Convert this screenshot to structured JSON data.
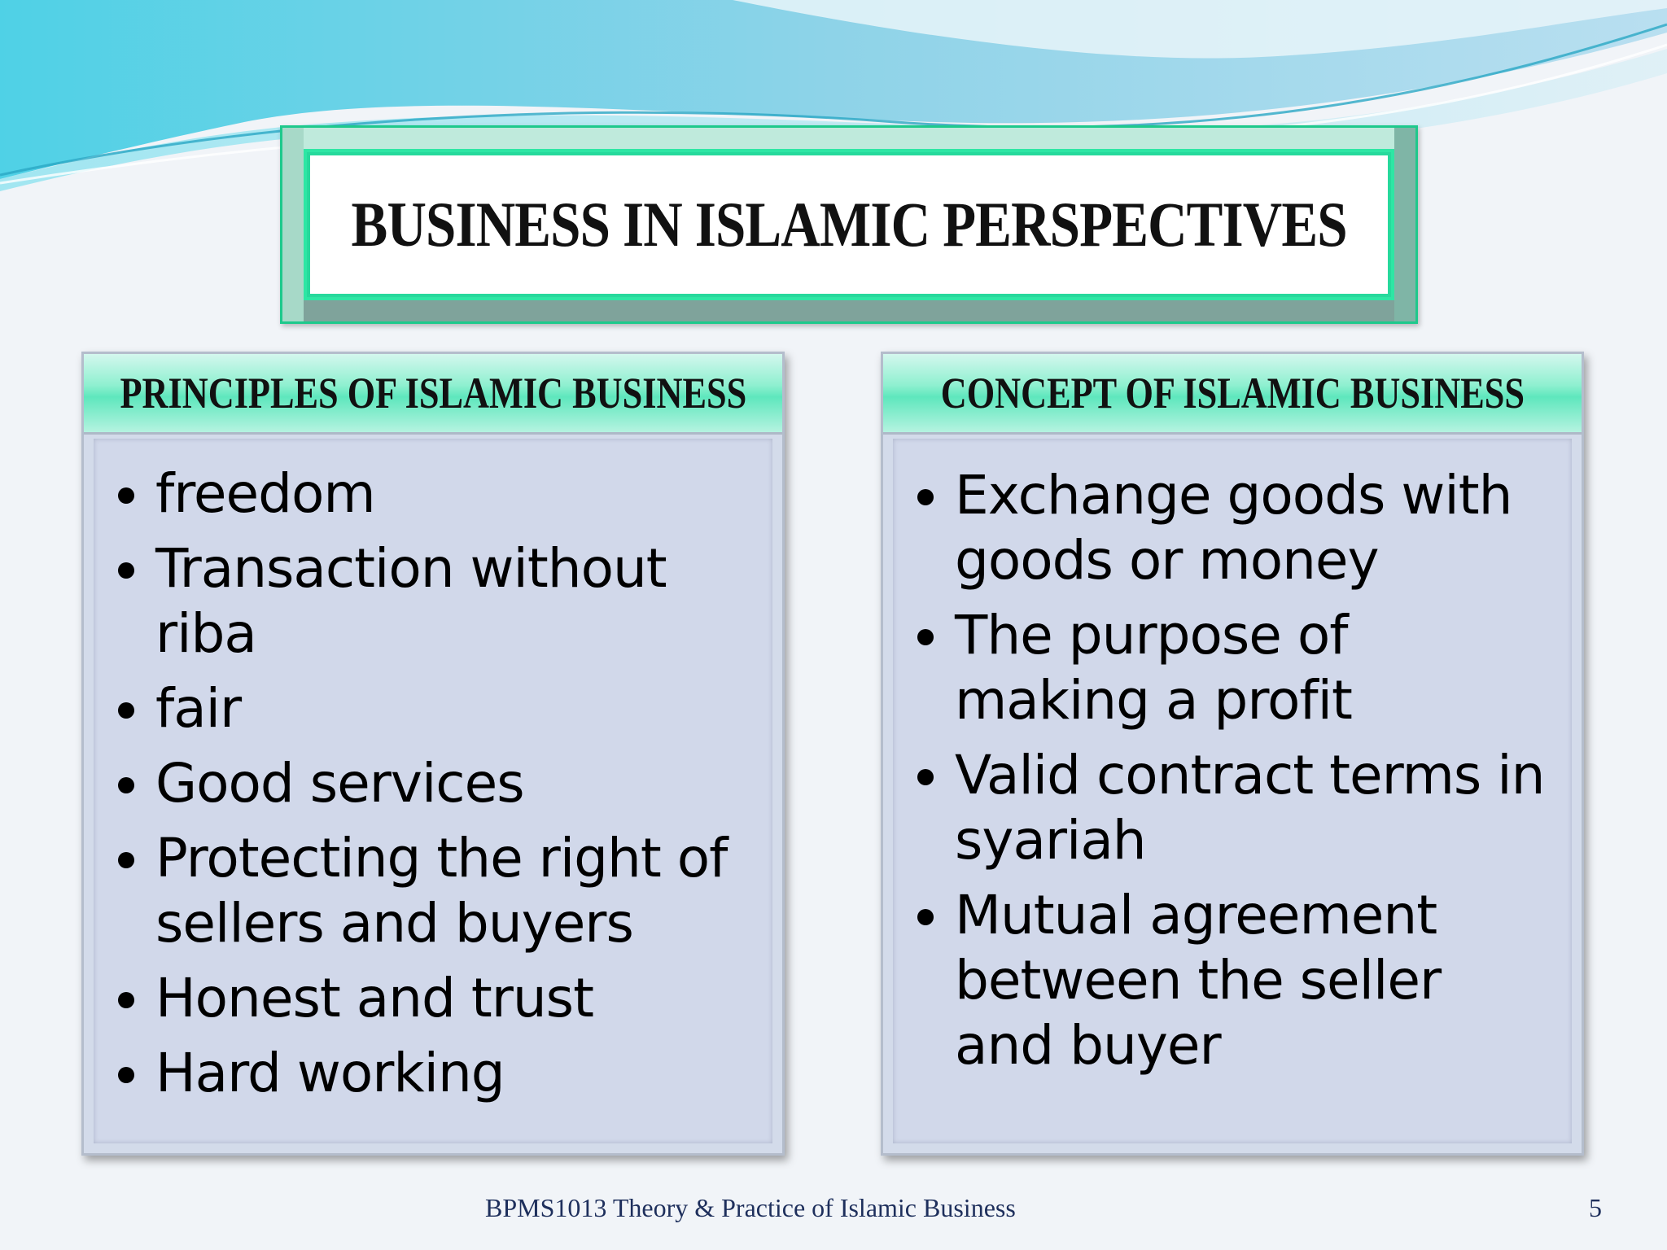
{
  "slide": {
    "title": "BUSINESS IN ISLAMIC PERSPECTIVES",
    "left_panel": {
      "heading": "PRINCIPLES OF ISLAMIC BUSINESS",
      "items": [
        "freedom",
        "Transaction without riba",
        "fair",
        "Good services",
        "Protecting the right of sellers and buyers",
        "Honest and trust",
        "Hard working"
      ]
    },
    "right_panel": {
      "heading": "CONCEPT OF ISLAMIC BUSINESS",
      "items": [
        "Exchange goods with goods or money",
        "The purpose of making a profit",
        "Valid contract terms in syariah",
        "Mutual agreement between the seller and buyer"
      ]
    },
    "footer": "BPMS1013 Theory & Practice of Islamic Business",
    "page_number": "5"
  },
  "colors": {
    "title_frame": "#2ee6a4",
    "header_gradient_mid": "#5ee7bd",
    "panel_body": "#d1d8ea",
    "footer_text": "#1e2f5c",
    "wave_teal": "#5fd3e0"
  }
}
